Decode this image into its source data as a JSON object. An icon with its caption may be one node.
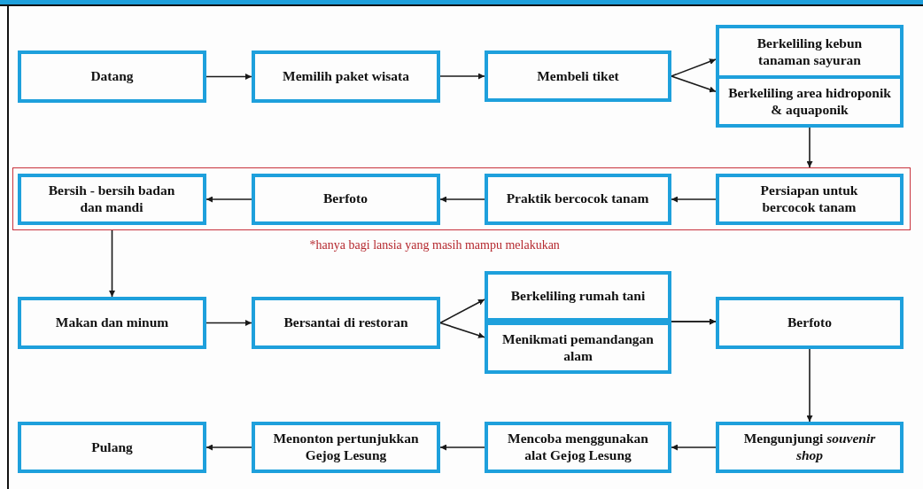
{
  "diagram": {
    "nodes": [
      {
        "text": [
          "Datang"
        ]
      },
      {
        "text": [
          "Memilih paket wisata"
        ]
      },
      {
        "text": [
          "Membeli tiket"
        ]
      },
      {
        "text": [
          "Berkeliling kebun tanaman sayuran"
        ]
      },
      {
        "text": [
          "Berkeliling area hidroponik & aquaponik"
        ]
      },
      {
        "text": [],
        "shape": "box",
        "beside": [
          "*hanya bagi lansia yang masih mampu melakukan"
        ]
      },
      {
        "text": [
          "Persiapan untuk bercocok tanam"
        ],
        "in": 5
      },
      {
        "text": [
          "Praktik bercocok tanam"
        ],
        "in": 5
      },
      {
        "text": [
          "Berfoto"
        ],
        "in": 5
      },
      {
        "text": [
          "Bersih - bersih badan dan mandi"
        ],
        "in": 5
      },
      {
        "text": [
          "Makan dan minum"
        ]
      },
      {
        "text": [
          "Bersantai di restoran"
        ]
      },
      {
        "text": [
          "Berkeliling rumah tani"
        ]
      },
      {
        "text": [
          "Menikmati pemandangan alam"
        ]
      },
      {
        "text": [
          "Berfoto"
        ]
      },
      {
        "text": [
          "Mengunjungi *souvenir shop*"
        ]
      },
      {
        "text": [
          "Mencoba menggunakan alat Gejog Lesung"
        ]
      },
      {
        "text": [
          "Menonton pertunjukkan Gejog Lesung"
        ]
      },
      {
        "text": [
          "Pulang"
        ]
      }
    ],
    "edges": [
      {
        "from": 0,
        "to": 1,
        "arrow": "to"
      },
      {
        "from": 1,
        "to": 2,
        "arrow": "to"
      },
      {
        "from": 2,
        "to": 3,
        "arrow": "to"
      },
      {
        "from": 2,
        "to": 4,
        "arrow": "to"
      },
      {
        "from": 4,
        "to": 5,
        "arrow": "to"
      },
      {
        "from": 6,
        "to": 7,
        "arrow": "to"
      },
      {
        "from": 7,
        "to": 8,
        "arrow": "to"
      },
      {
        "from": 8,
        "to": 9,
        "arrow": "to"
      },
      {
        "from": 5,
        "to": 10,
        "arrow": "to"
      },
      {
        "from": 10,
        "to": 11,
        "arrow": "to"
      },
      {
        "from": 11,
        "to": 12,
        "arrow": "to"
      },
      {
        "from": 11,
        "to": 13,
        "arrow": "to"
      },
      {
        "from": 12,
        "to": 14,
        "arrow": "to"
      },
      {
        "from": 13,
        "to": 14,
        "arrow": "to"
      },
      {
        "from": 14,
        "to": 15,
        "arrow": "to"
      },
      {
        "from": 15,
        "to": 16,
        "arrow": "to"
      },
      {
        "from": 16,
        "to": 17,
        "arrow": "to"
      },
      {
        "from": 17,
        "to": 18,
        "arrow": "to"
      }
    ]
  }
}
